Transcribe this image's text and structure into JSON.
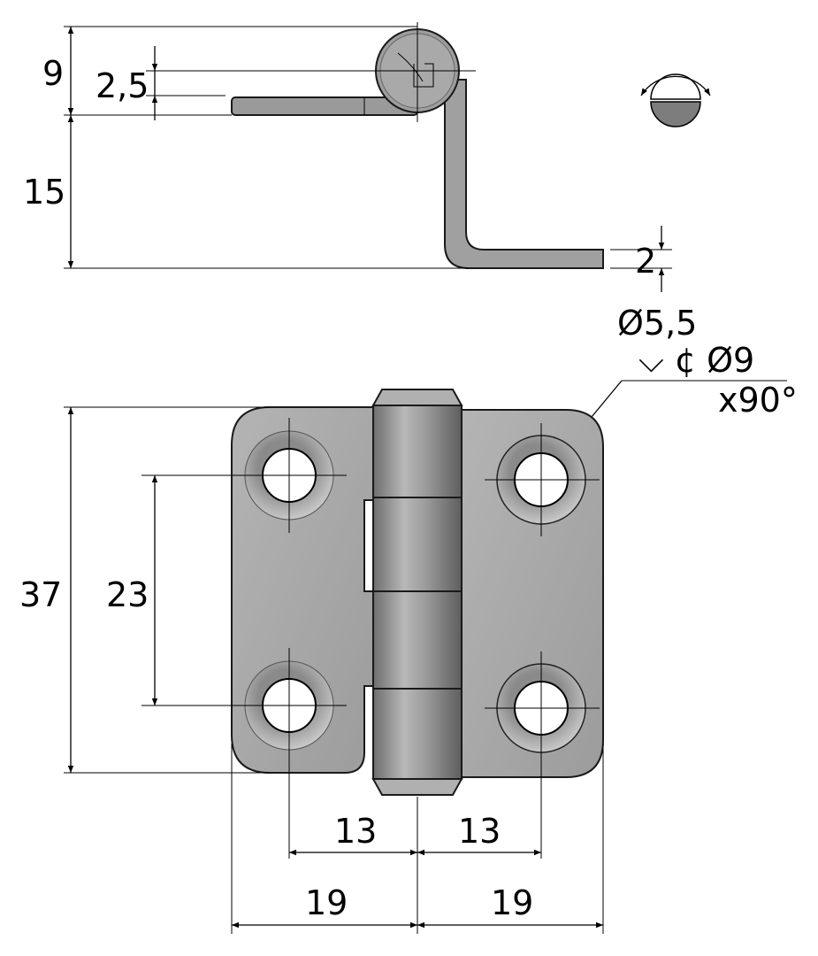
{
  "colors": {
    "metal": "#a8a8a8",
    "metal_dark": "#7e7e7e",
    "line": "#000000",
    "background": "#ffffff"
  },
  "side_view": {
    "dims": {
      "total_height": "9",
      "pin_offset": "2,5",
      "leaf_drop": "15",
      "thickness": "2"
    }
  },
  "rotation_icon": "rotation-direction-icon",
  "hole_spec": {
    "diameter": "Ø5,5",
    "countersink": "⌵ ¢ Ø9",
    "angle": "x90°"
  },
  "front_view": {
    "dims": {
      "height": "37",
      "hole_pitch": "23",
      "hole_offset_left": "13",
      "hole_offset_right": "13",
      "half_width_left": "19",
      "half_width_right": "19"
    }
  }
}
